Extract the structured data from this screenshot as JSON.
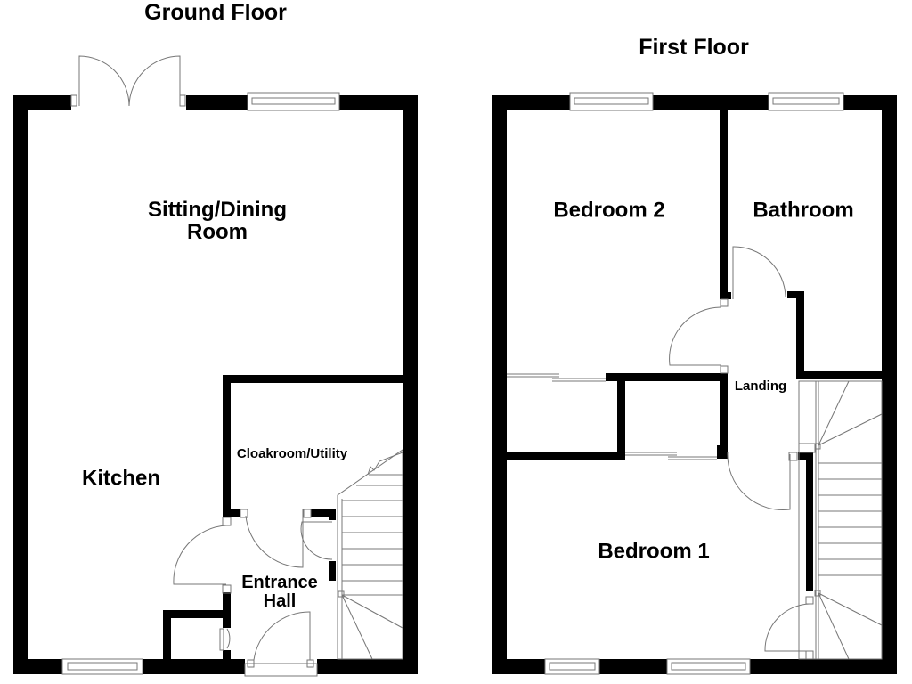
{
  "floors": {
    "ground": {
      "title": "Ground Floor",
      "rooms": {
        "sitting_dining": "Sitting/Dining\nRoom",
        "kitchen": "Kitchen",
        "cloakroom_utility": "Cloakroom/Utility",
        "entrance_hall": "Entrance\nHall"
      }
    },
    "first": {
      "title": "First Floor",
      "rooms": {
        "bedroom2": "Bedroom 2",
        "bathroom": "Bathroom",
        "landing": "Landing",
        "bedroom1": "Bedroom 1"
      }
    }
  },
  "colors": {
    "wall": "#000000",
    "fixture_line": "#777777",
    "background": "#ffffff"
  }
}
